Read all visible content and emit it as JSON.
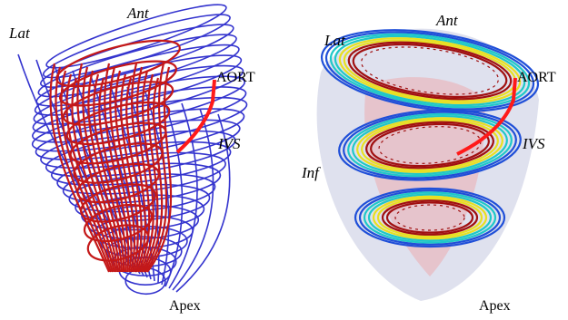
{
  "left_panel": {
    "labels": {
      "ant": "Ant",
      "lat": "Lat",
      "aort": "AORT",
      "ivs": "IVS",
      "apex": "Apex"
    }
  },
  "right_panel": {
    "labels": {
      "ant": "Ant",
      "lat": "Lat",
      "aort": "AORT",
      "ivs": "IVS",
      "inf": "Inf",
      "apex": "Apex"
    }
  },
  "colors": {
    "outer_fibers": "#2a2acc",
    "inner_fibers": "#c41818",
    "aortic_path": "#ff1a1a",
    "shell": "#d7daea",
    "inner_cavity": "#e8b9c0",
    "ring_cold": "#1f4fd8",
    "ring_mid": "#1ec8c8",
    "ring_warm": "#e8e020",
    "ring_hot": "#a01010"
  }
}
